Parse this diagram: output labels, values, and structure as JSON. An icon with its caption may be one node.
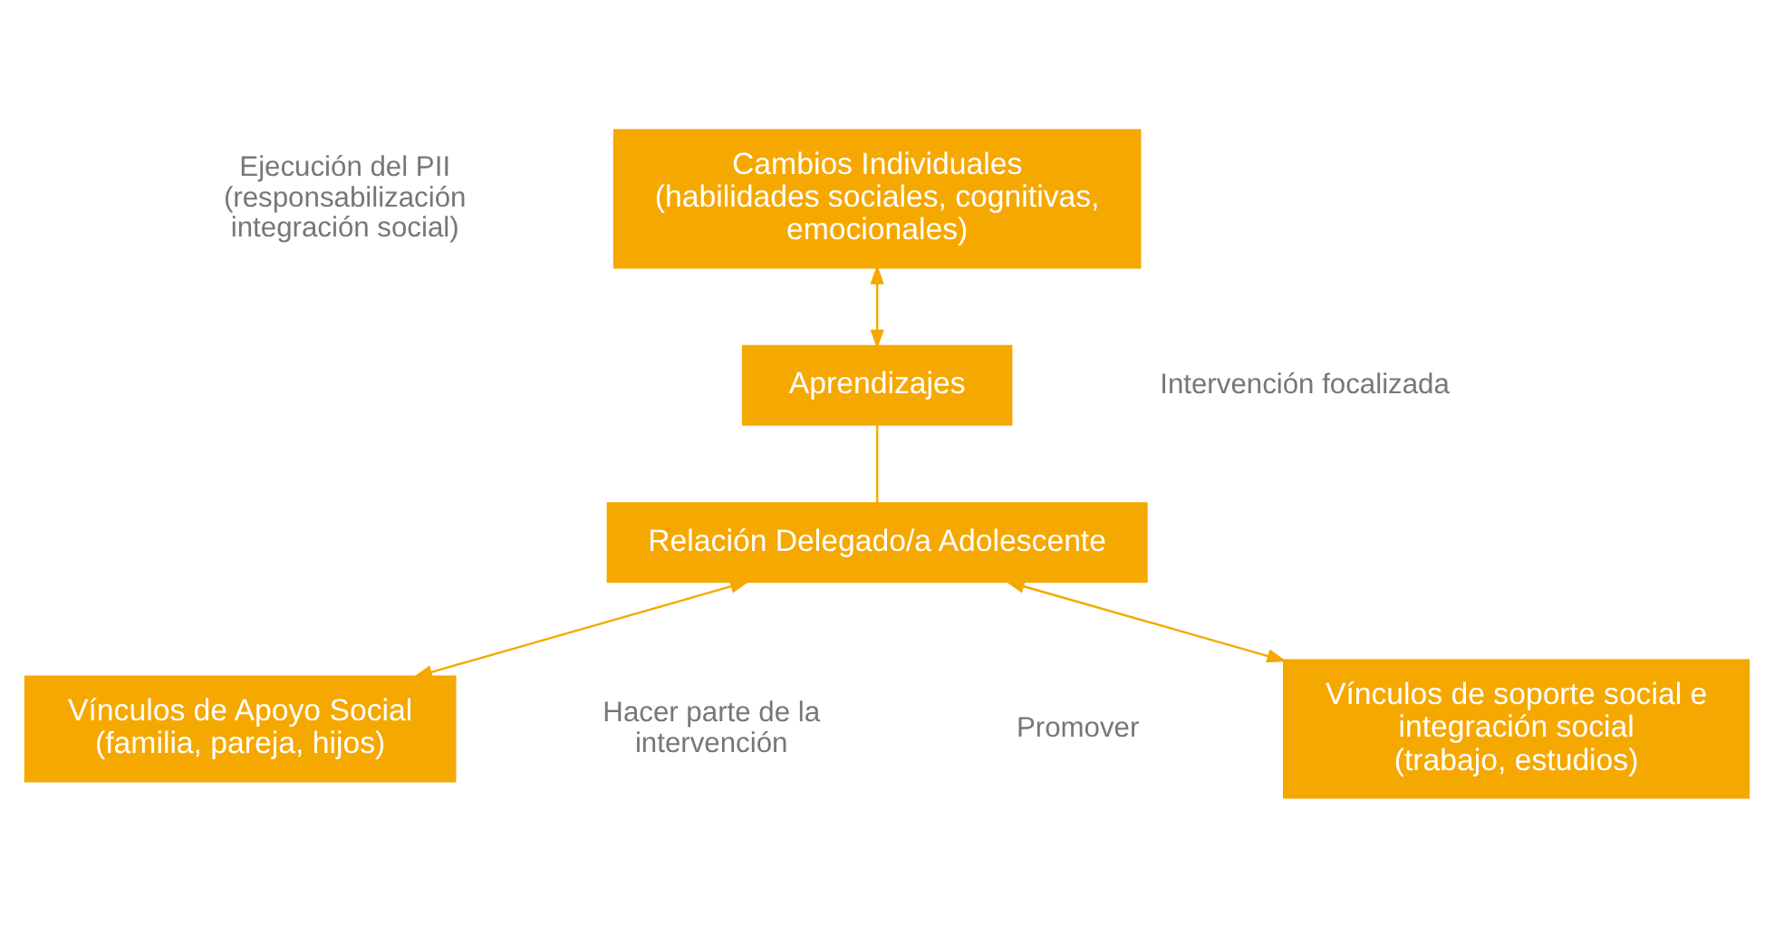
{
  "diagram": {
    "nodes": [
      {
        "text": [
          "Cambios Individuales",
          "(habilidades sociales, cognitivas, emocionales)"
        ]
      },
      {
        "text": [
          "Aprendizajes"
        ]
      },
      {
        "text": [
          "Relación Delegado/a Adolescente"
        ]
      },
      {
        "text": [
          "Vínculos de soporte social e integración social",
          "(trabajo, estudios)"
        ]
      },
      {
        "text": [
          "Vínculos de Apoyo Social",
          "(familia, pareja, hijos)"
        ]
      }
    ],
    "edges": [
      {
        "from": 0,
        "to": 1,
        "arrow": "both"
      },
      {
        "from": 1,
        "to": 2,
        "arrow": "none"
      },
      {
        "from": 2,
        "to": 3,
        "arrow": "both"
      },
      {
        "from": 2,
        "to": 4,
        "arrow": "both"
      }
    ],
    "labels": [
      "Ejecución del PII (responsabilización integración social)",
      "Intervención focalizada",
      "Promover",
      "Hacer parte de la intervención"
    ]
  }
}
